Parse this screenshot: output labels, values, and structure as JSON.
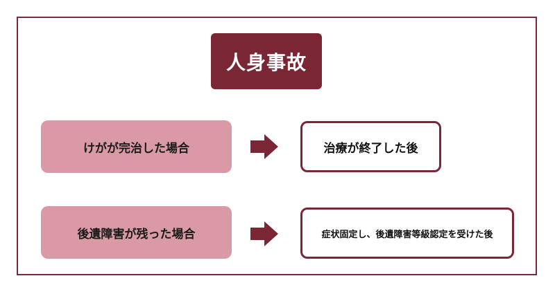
{
  "title": "人身事故",
  "rows": [
    {
      "condition": "けがが完治した場合",
      "result": "治療が終了した後"
    },
    {
      "condition": "後遺障害が残った場合",
      "result": "症状固定し、後遺障害等級認定を受けた後"
    }
  ],
  "icons": {
    "arrow": "arrow-right-icon"
  },
  "colors": {
    "primary": "#7a2635",
    "condition_fill": "#d99aa6",
    "frame_border": "#7a2a3a",
    "background": "#ffffff"
  }
}
